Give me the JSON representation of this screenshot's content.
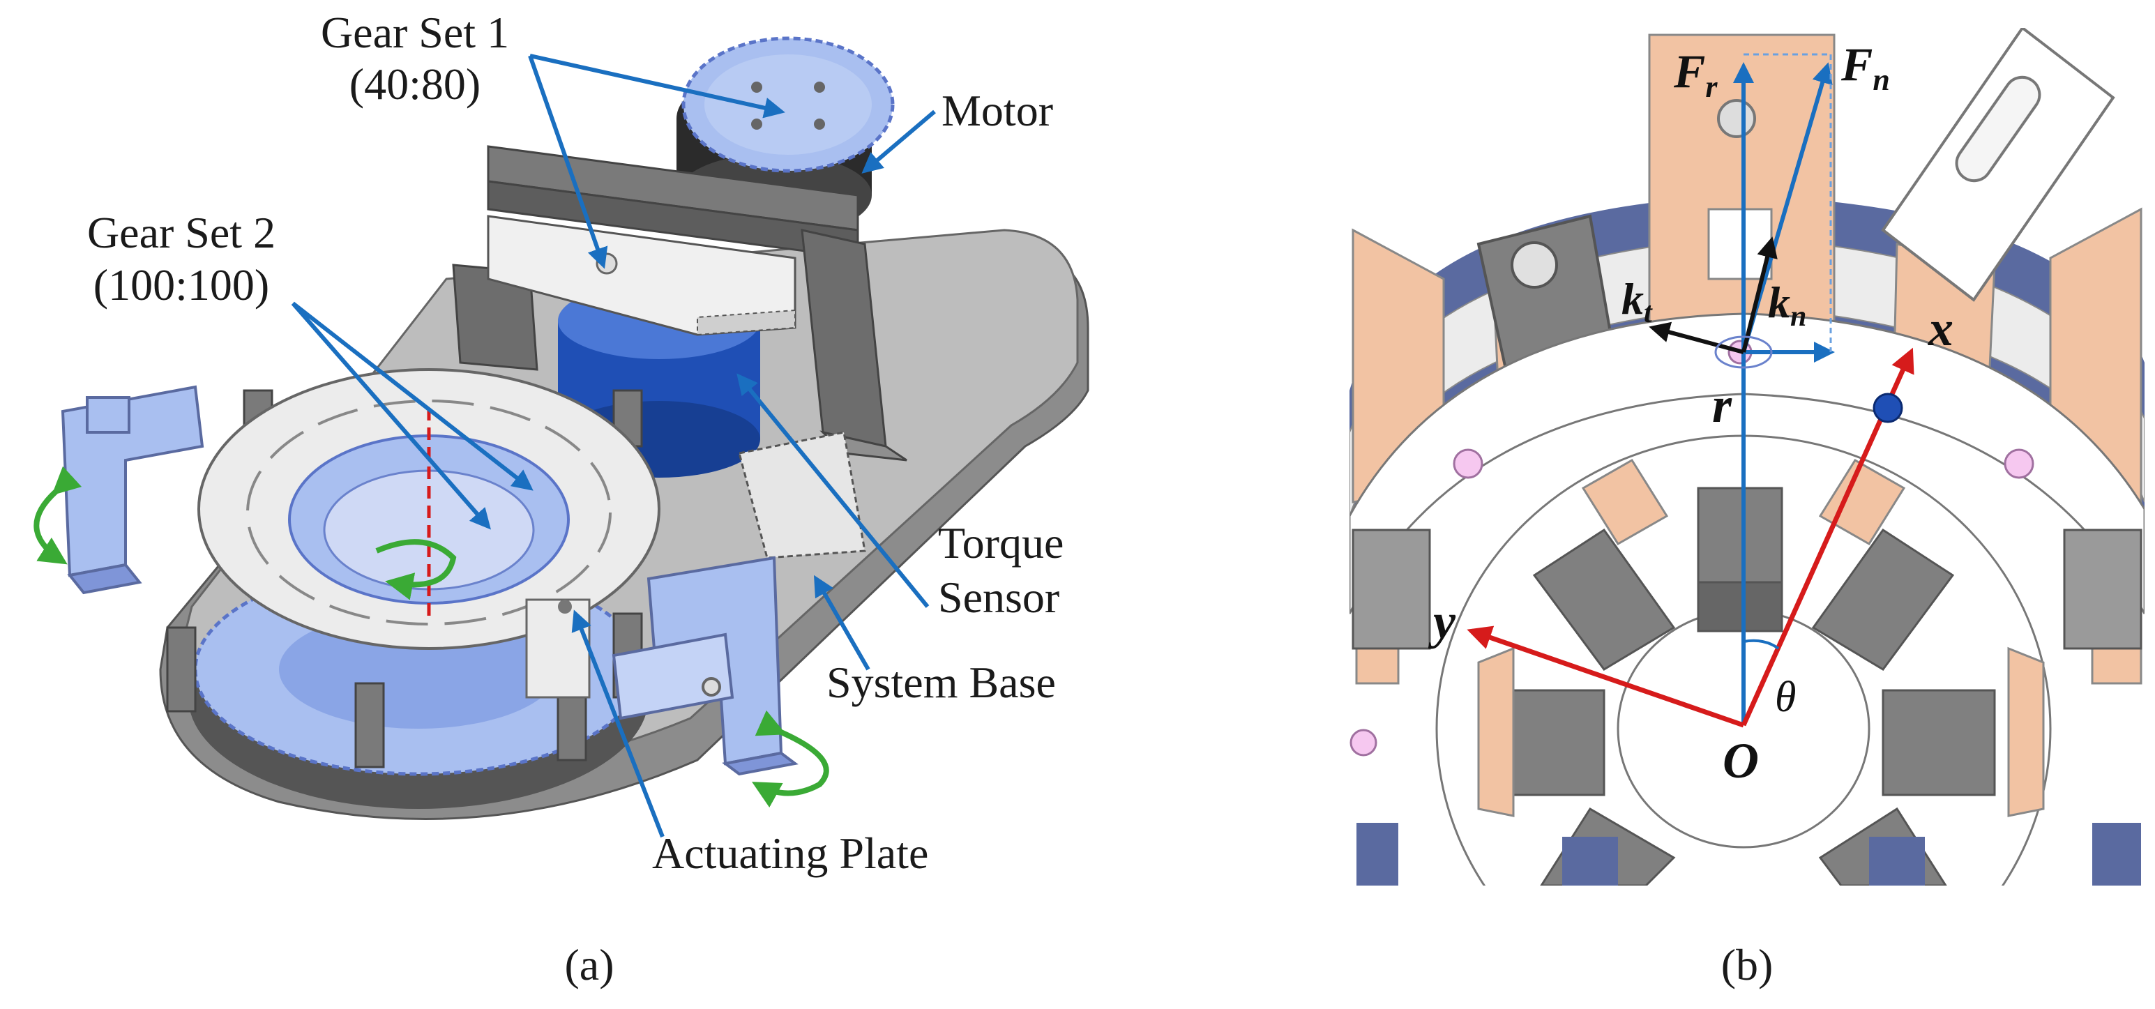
{
  "panel_a": {
    "caption": "(a)",
    "labels": {
      "gear_set_1": "Gear Set 1",
      "gear_set_1_ratio": "(40:80)",
      "gear_set_2": "Gear Set 2",
      "gear_set_2_ratio": "(100:100)",
      "motor": "Motor",
      "torque_sensor_1": "Torque",
      "torque_sensor_2": "Sensor",
      "system_base": "System Base",
      "actuating_plate": "Actuating Plate"
    }
  },
  "panel_b": {
    "caption": "(b)",
    "symbols": {
      "f_r": "F",
      "f_r_sub": "r",
      "f_n": "F",
      "f_n_sub": "n",
      "k_t": "k",
      "k_t_sub": "t",
      "k_n": "k",
      "k_n_sub": "n",
      "r": "r",
      "x": "x",
      "y": "y",
      "theta": "θ",
      "origin": "O"
    }
  },
  "colors": {
    "arrow_blue": "#1a6fc0",
    "axis_red": "#d61b1b",
    "torque_green": "#3aaa35",
    "part_lightblue": "#a9bff0",
    "part_grey": "#8c8c8c",
    "sensor_blue": "#1f4fb5",
    "stator_peach": "#f2c3a3",
    "ring_navy": "#5a6aa0"
  }
}
